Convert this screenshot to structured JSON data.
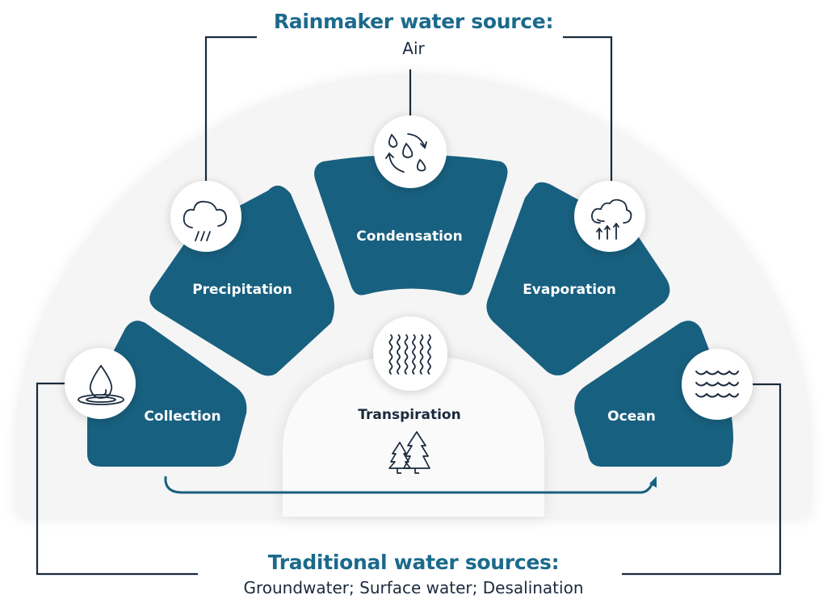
{
  "top_source": {
    "heading": "Rainmaker water source:",
    "value": "Air"
  },
  "bottom_source": {
    "heading": "Traditional water sources:",
    "value": "Groundwater; Surface water; Desalination"
  },
  "colors": {
    "panel": "#18607f",
    "heading": "#1b6a8c",
    "line": "#1a2a3d",
    "arc_bg": "#f4f4f4"
  },
  "stages": [
    {
      "id": "collection",
      "label": "Collection",
      "icon": "water-drop-ripple-icon"
    },
    {
      "id": "precipitation",
      "label": "Precipitation",
      "icon": "rain-cloud-icon"
    },
    {
      "id": "condensation",
      "label": "Condensation",
      "icon": "droplets-cycle-icon"
    },
    {
      "id": "evaporation",
      "label": "Evaporation",
      "icon": "cloud-rising-arrows-icon"
    },
    {
      "id": "ocean",
      "label": "Ocean",
      "icon": "waves-icon"
    }
  ],
  "center": {
    "label": "Transpiration",
    "top_icon": "wavy-vapor-lines-icon",
    "bottom_icon": "trees-icon"
  },
  "flow": {
    "from": "Collection",
    "to": "Ocean"
  }
}
